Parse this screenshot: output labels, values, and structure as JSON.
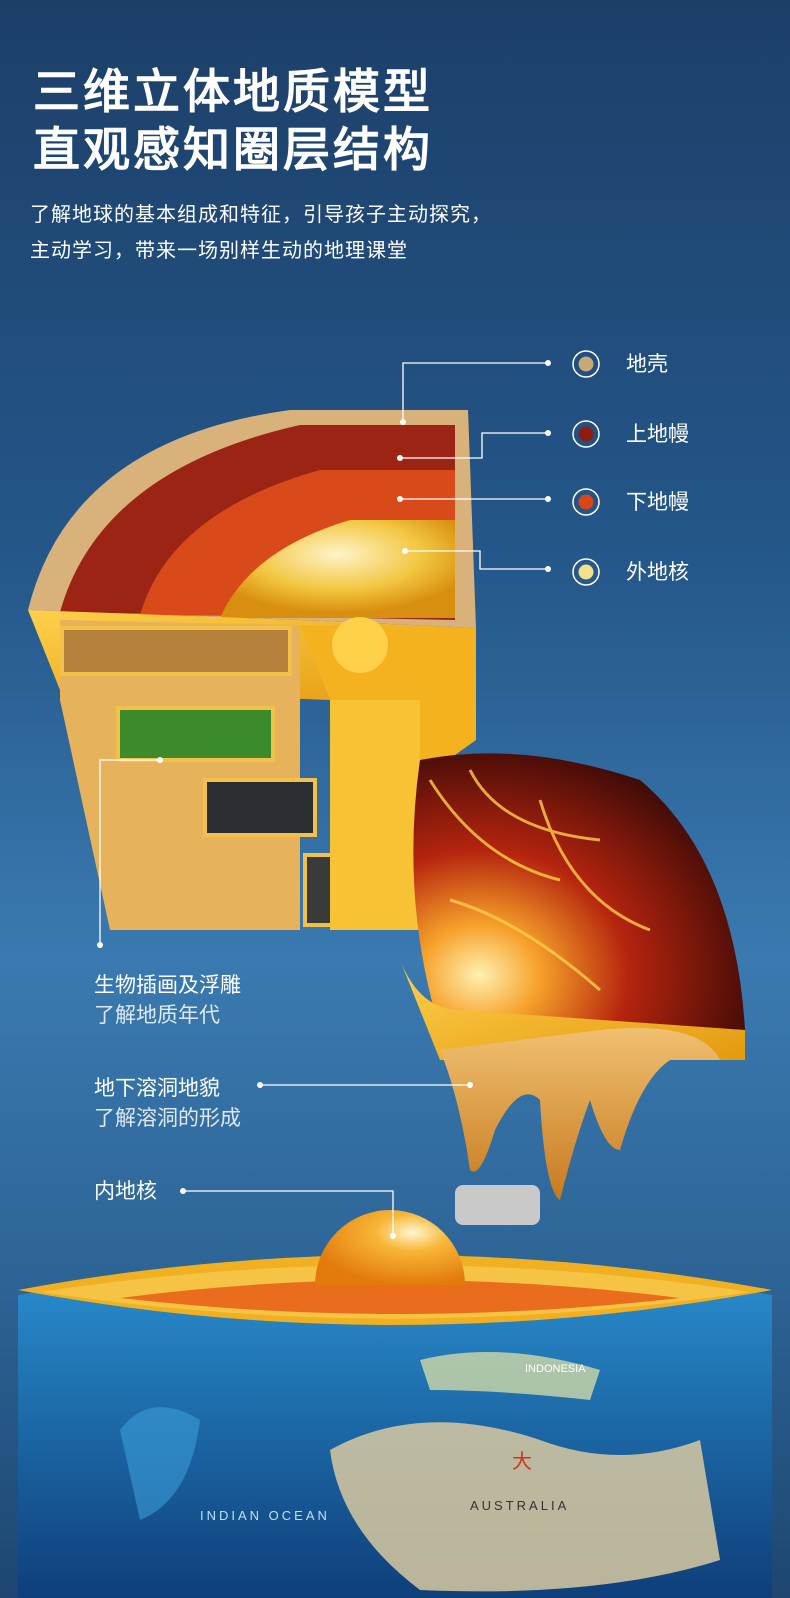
{
  "header": {
    "title_line1": "三维立体地质模型",
    "title_line2": "直观感知圈层结构",
    "subtitle_line1": "了解地球的基本组成和特征，引导孩子主动探究，",
    "subtitle_line2": "主动学习，带来一场别样生动的地理课堂"
  },
  "layers": {
    "crust": "地壳",
    "upper_mantle": "上地幔",
    "lower_mantle": "下地幔",
    "outer_core": "外地核"
  },
  "features": {
    "fossils_title": "生物插画及浮雕",
    "fossils_sub": "了解地质年代",
    "caves_title": "地下溶洞地貌",
    "caves_sub": "了解溶洞的形成",
    "inner_core": "内地核"
  },
  "colors": {
    "crust": "#c9a878",
    "upper_mantle": "#8c1d10",
    "lower_mantle": "#d9461c",
    "outer_core": "#f3e08a",
    "inner_core": "#f6a21a",
    "shell": "#f2b11c"
  },
  "globe_labels": {
    "indonesia": "INDONESIA",
    "australia": "AUSTRALIA",
    "indian_ocean": "INDIAN OCEAN",
    "da": "大"
  }
}
